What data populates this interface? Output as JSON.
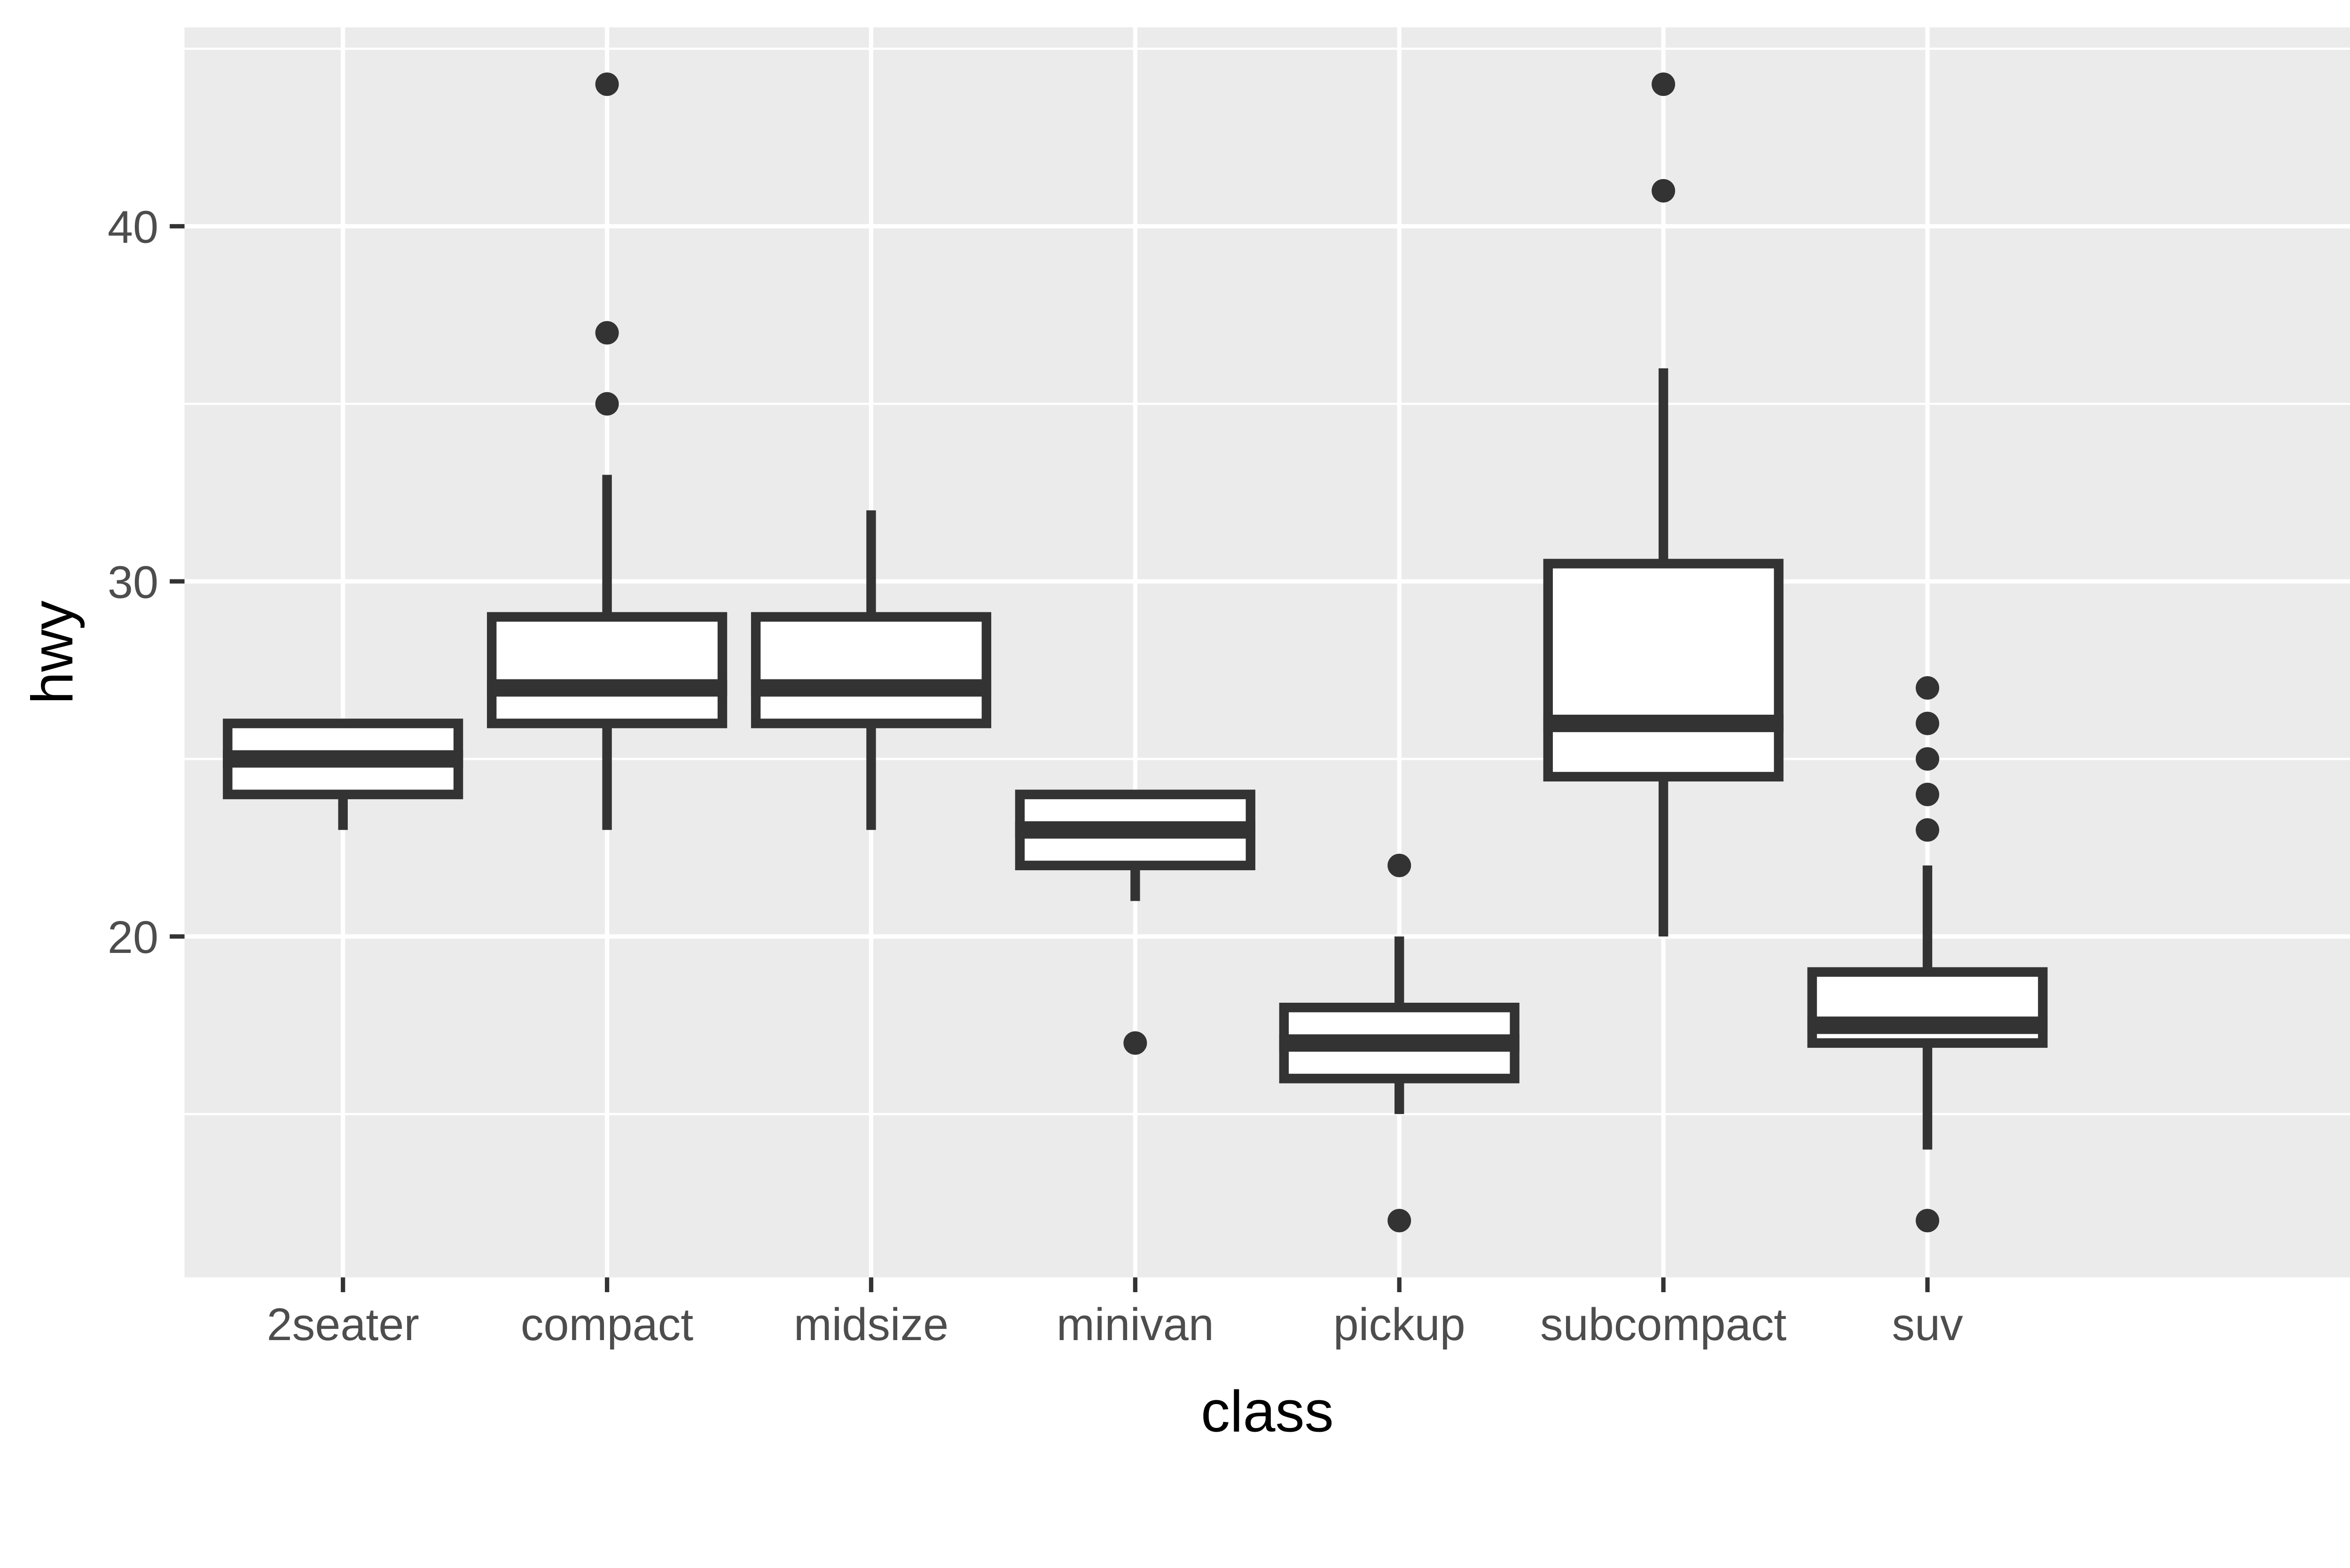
{
  "figure": {
    "background": "#FFFFFF",
    "panel_background": "#EBEBEB",
    "grid_color": "#FFFFFF",
    "box_stroke_color": "#333333",
    "box_fill_color": "#FFFFFF",
    "outlier_color": "#333333",
    "tick_mark_color": "#333333",
    "tick_label_color": "#4D4D4D",
    "axis_title_color": "#000000"
  },
  "chart_data": {
    "type": "boxplot",
    "title": "",
    "xlabel": "class",
    "ylabel": "hwy",
    "categories": [
      "2seater",
      "compact",
      "midsize",
      "minivan",
      "pickup",
      "subcompact",
      "suv"
    ],
    "y_tick_labels": [
      "20",
      "30",
      "40"
    ],
    "y_ticks": [
      20,
      30,
      40
    ],
    "y_minor_ticks": [
      15,
      25,
      35,
      45
    ],
    "ylim": [
      10.4,
      45.6
    ],
    "grid": true,
    "legend": "none",
    "boxes": [
      {
        "category": "2seater",
        "lower_whisker": 23,
        "q1": 24,
        "median": 25,
        "q3": 26,
        "upper_whisker": 26,
        "outliers": []
      },
      {
        "category": "compact",
        "lower_whisker": 23,
        "q1": 26,
        "median": 27,
        "q3": 29,
        "upper_whisker": 33,
        "outliers": [
          35,
          37,
          44
        ]
      },
      {
        "category": "midsize",
        "lower_whisker": 23,
        "q1": 26,
        "median": 27,
        "q3": 29,
        "upper_whisker": 32,
        "outliers": []
      },
      {
        "category": "minivan",
        "lower_whisker": 21,
        "q1": 22,
        "median": 23,
        "q3": 24,
        "upper_whisker": 24,
        "outliers": [
          17
        ]
      },
      {
        "category": "pickup",
        "lower_whisker": 15,
        "q1": 16,
        "median": 17,
        "q3": 18,
        "upper_whisker": 20,
        "outliers": [
          12,
          22
        ]
      },
      {
        "category": "subcompact",
        "lower_whisker": 20,
        "q1": 24.5,
        "median": 26,
        "q3": 30.5,
        "upper_whisker": 36,
        "outliers": [
          41,
          44
        ]
      },
      {
        "category": "suv",
        "lower_whisker": 14,
        "q1": 17,
        "median": 17.5,
        "q3": 19,
        "upper_whisker": 22,
        "outliers": [
          12,
          23,
          24,
          25,
          26,
          27
        ]
      }
    ]
  }
}
